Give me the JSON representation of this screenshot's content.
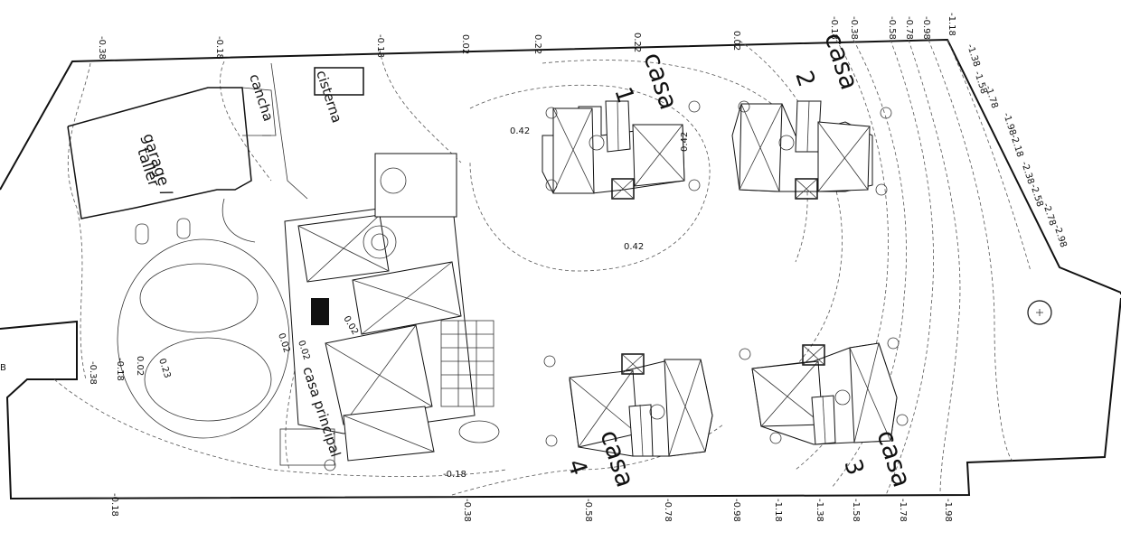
{
  "labels": {
    "casa_1_word": "casa",
    "casa_1_num": "1",
    "casa_2_word": "casa",
    "casa_2_num": "2",
    "casa_3_word": "casa",
    "casa_3_num": "3",
    "casa_4_word": "casa",
    "casa_4_num": "4",
    "casa_principal": "casa principal",
    "garage": "garage /",
    "taller": "taller",
    "cancha": "cancha",
    "cisterna": "cisterna"
  },
  "levels": {
    "top": [
      "-0.38",
      "-0.18",
      "-0.18",
      "0.02",
      "0.22",
      "0.22",
      "0.02",
      "-0.18",
      "-0.38",
      "-0.58",
      "-0.78",
      "-0.98",
      "-1.18"
    ],
    "right_edge": [
      "-1.38",
      "-1.58",
      "-1.78",
      "-1.98",
      "-2.18",
      "-2.38",
      "-2.58",
      "-2.78",
      "-2.98"
    ],
    "bottom": [
      "-0.18",
      "-0.38",
      "-0.58",
      "-0.78",
      "-0.98",
      "-1.18",
      "-1.38",
      "-1.58",
      "-1.78",
      "-1.98"
    ],
    "interior": [
      "0.42",
      "0.42",
      "0.42",
      "0.02",
      "-0.18",
      "0.02",
      "-0.38",
      "-0.18",
      "0.02",
      "0.23",
      "0.02"
    ],
    "edge_letter": "B"
  }
}
